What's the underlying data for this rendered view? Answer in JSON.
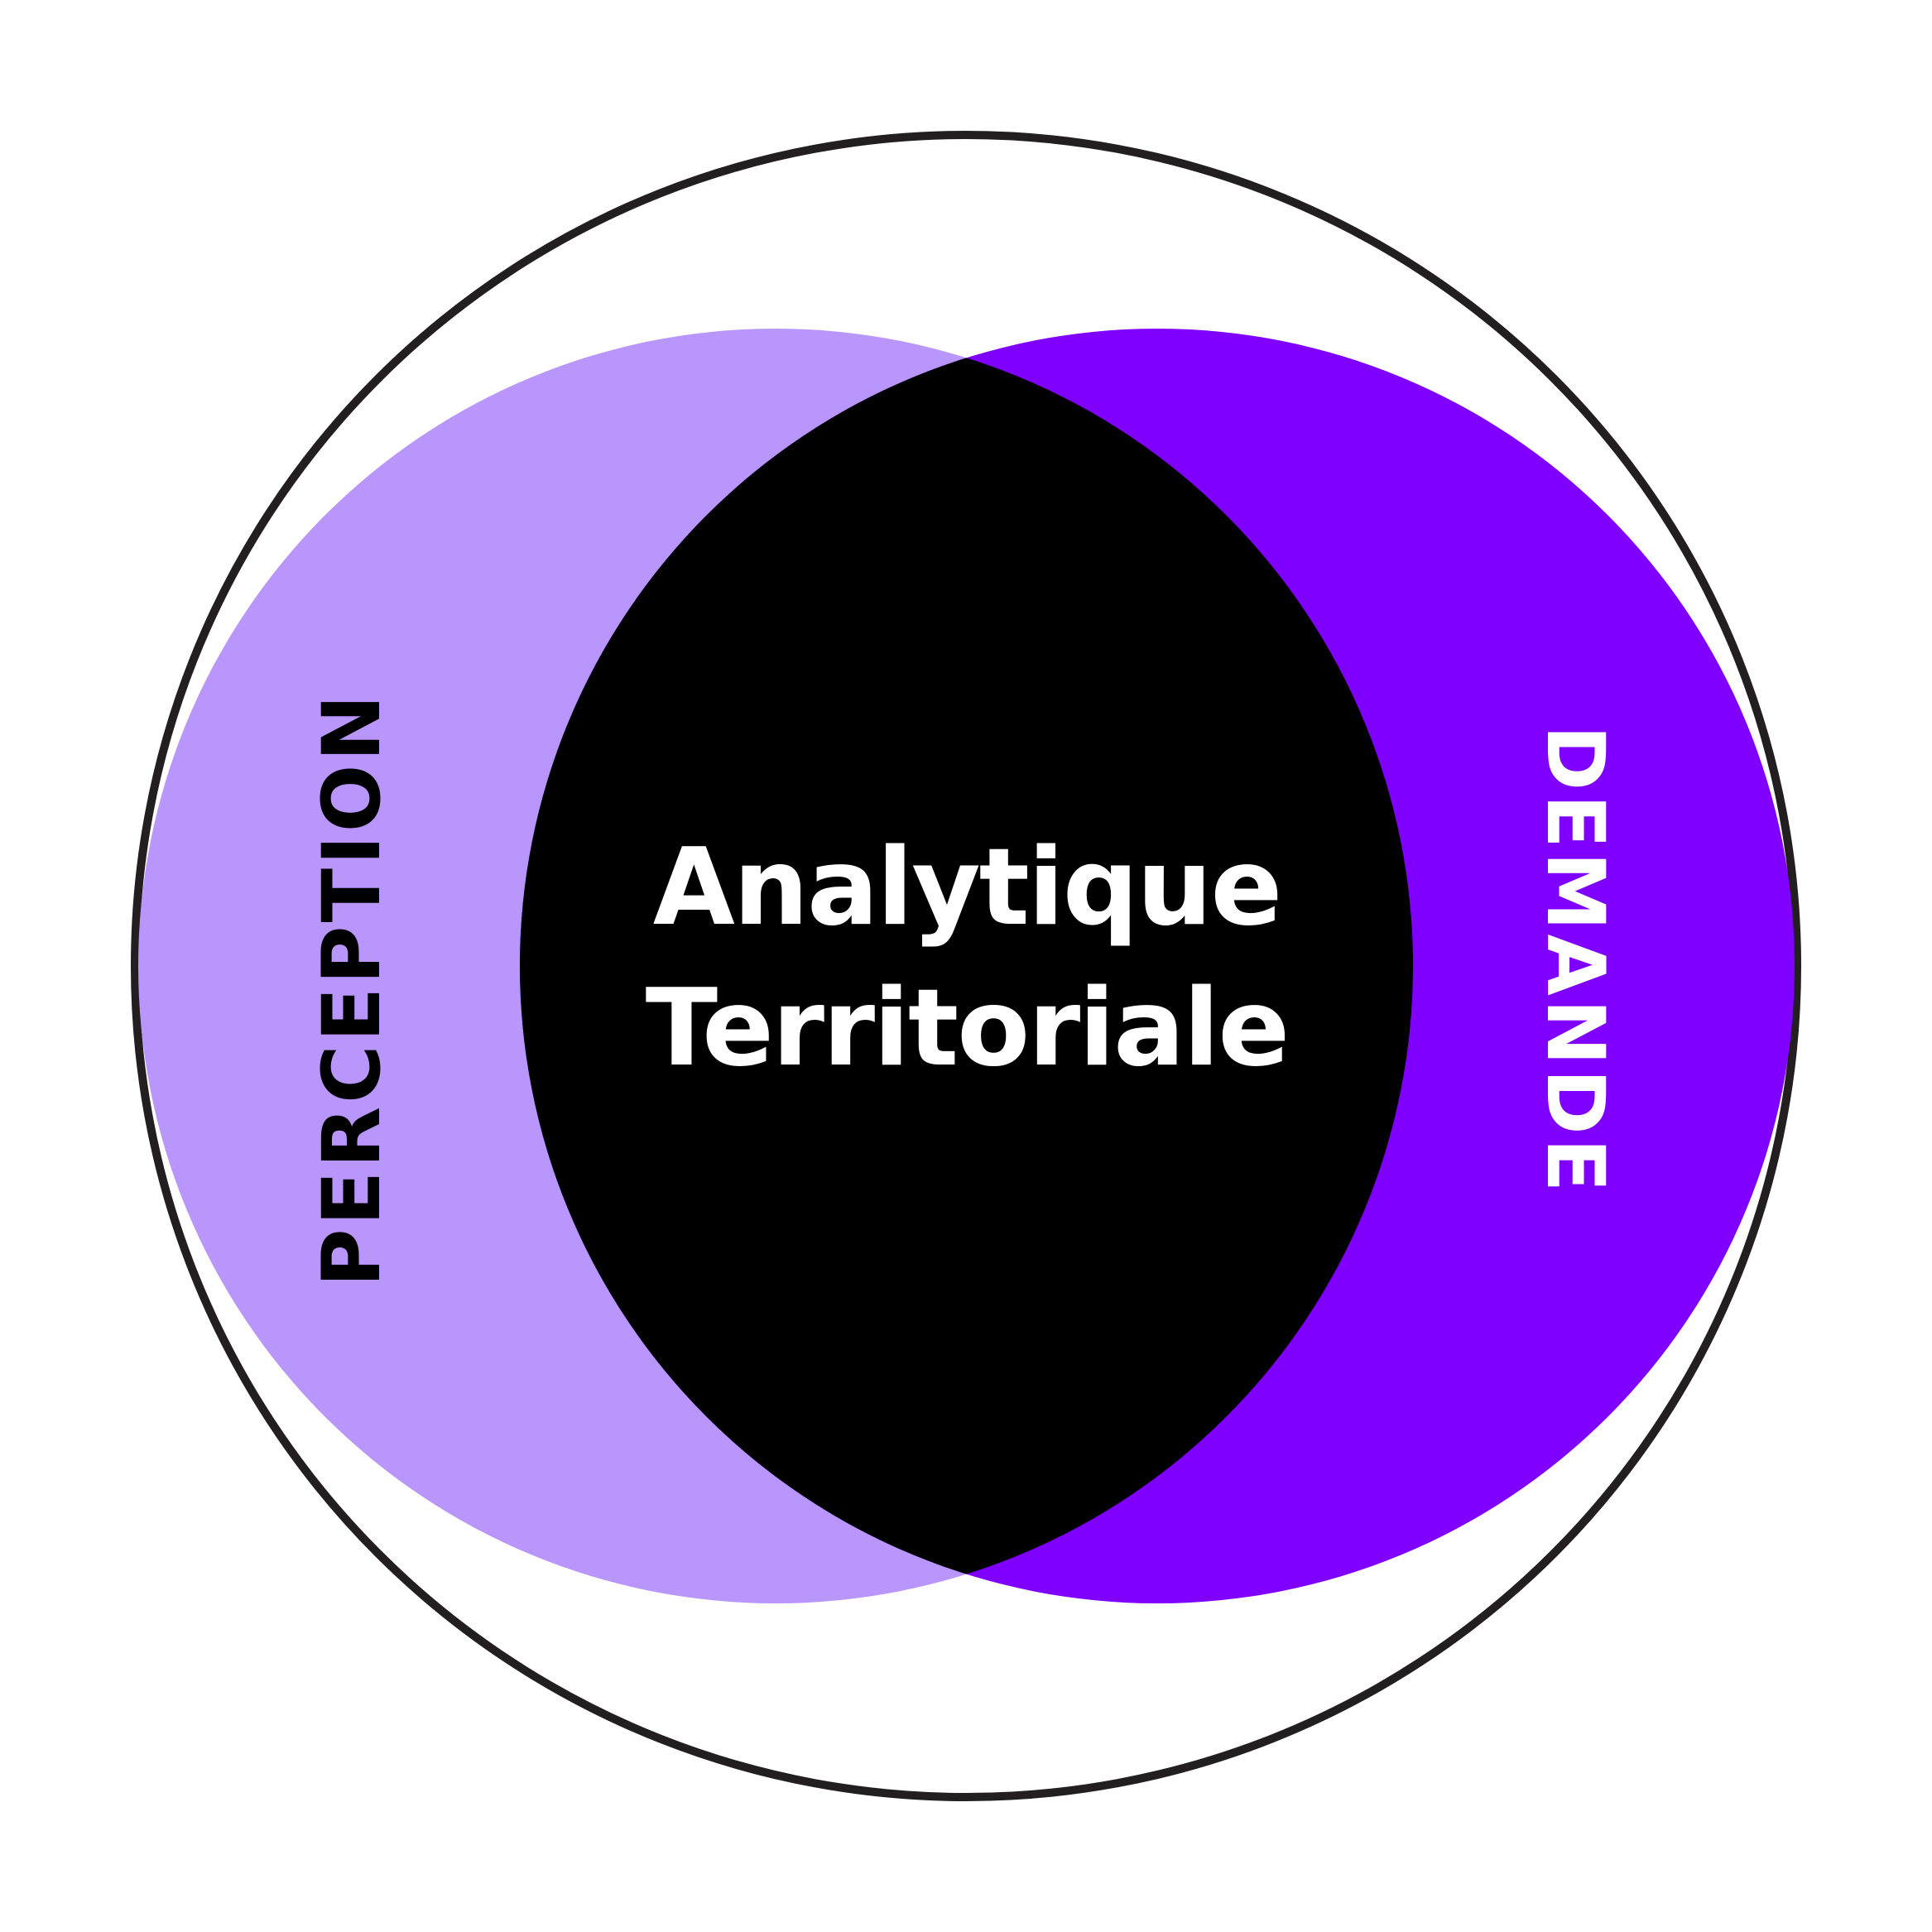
{
  "diagram": {
    "center_label": {
      "line1": "Analytique",
      "line2": "Territoriale"
    },
    "left_label": "PERCEPTION",
    "right_label": "DEMANDE"
  },
  "colors": {
    "background": "#ffffff",
    "outer_ring": "#231f20",
    "left_circle": "#b996fc",
    "right_circle": "#7f00ff",
    "intersection": "#000000",
    "left_label_text": "#000000",
    "right_label_text": "#ffffff",
    "center_text": "#ffffff"
  }
}
